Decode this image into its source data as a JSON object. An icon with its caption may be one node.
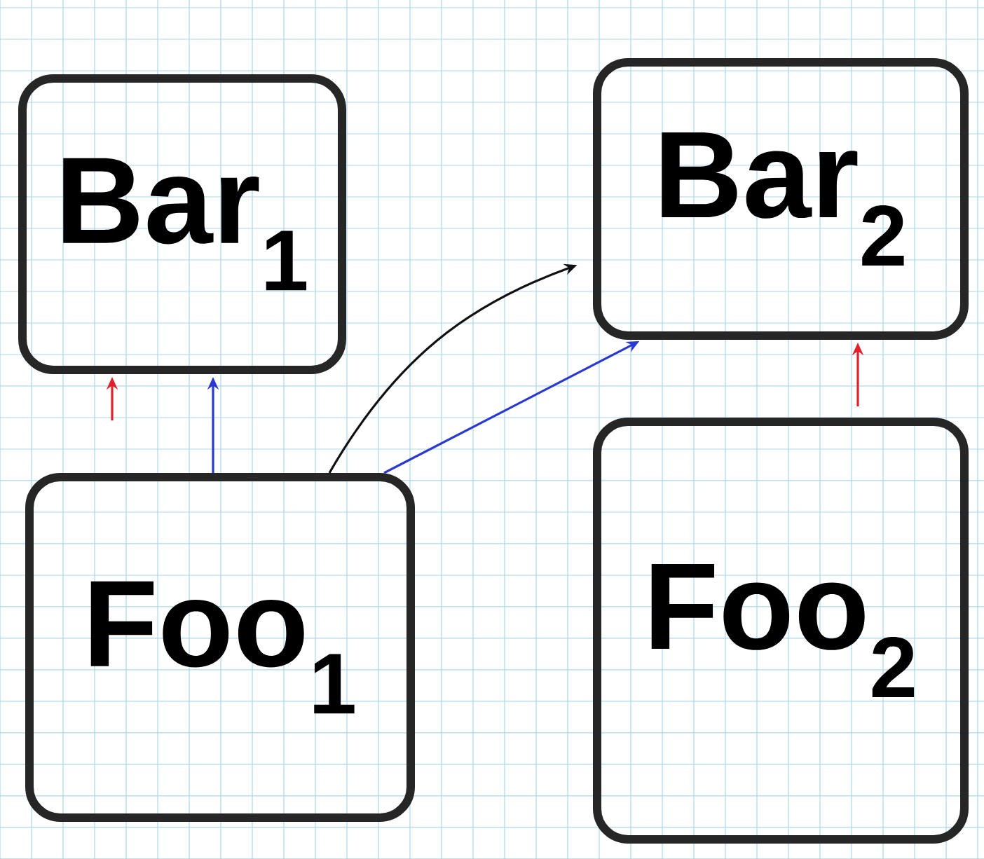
{
  "diagram": {
    "nodes": [
      {
        "text": [
          "Bar$_{1}$"
        ]
      },
      {
        "text": [
          "Bar$_{2}$"
        ]
      },
      {
        "text": [
          "Foo$_{1}$"
        ]
      },
      {
        "text": [
          "Foo$_{2}$"
        ]
      }
    ],
    "edges": [
      {
        "from": null,
        "to": 0,
        "arrow": "to",
        "color": "#e0202a"
      },
      {
        "from": 2,
        "to": 0,
        "arrow": "to",
        "color": "#2a3ad0"
      },
      {
        "from": 2,
        "to": 1,
        "arrow": "to",
        "color": "#111111"
      },
      {
        "from": 2,
        "to": 1,
        "arrow": "to",
        "color": "#2a3ad0"
      },
      {
        "from": 3,
        "to": 1,
        "arrow": "to",
        "color": "#e0202a"
      }
    ]
  }
}
